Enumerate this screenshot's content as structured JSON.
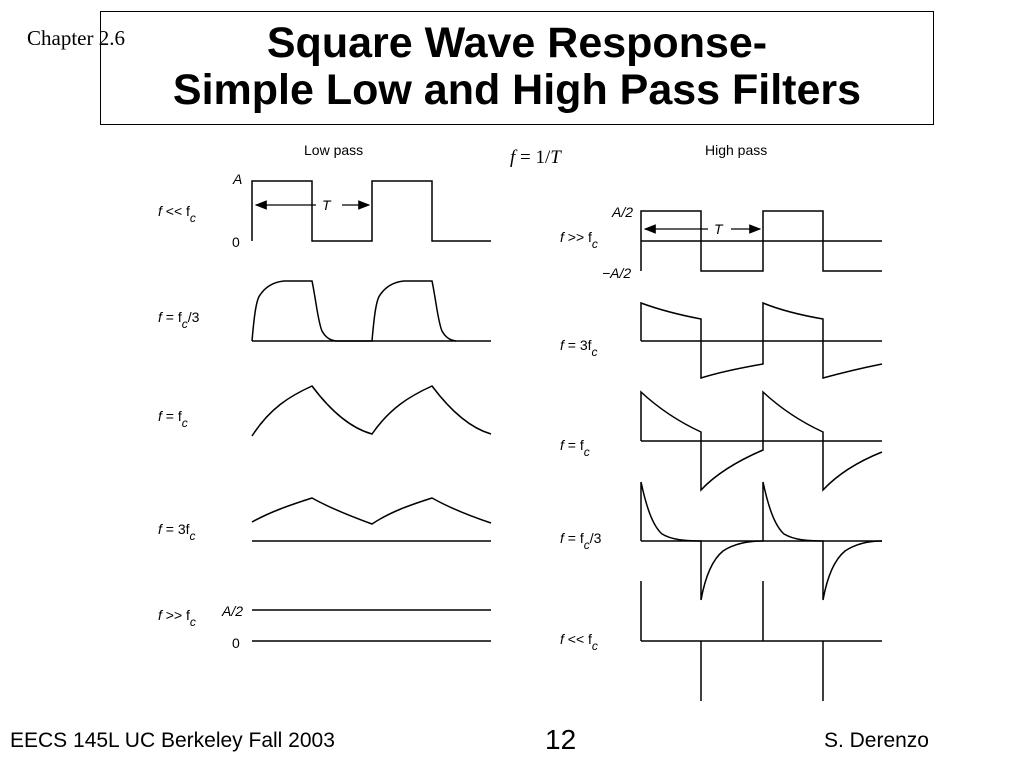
{
  "chapter": "Chapter 2.6",
  "title": {
    "line1": "Square Wave Response-",
    "line2": "Simple Low and High Pass Filters"
  },
  "diagram": {
    "formula": {
      "f": "f",
      "eq": " = 1/",
      "T": "T"
    },
    "low_pass": {
      "heading": "Low pass",
      "amplitude_label": "A",
      "zero_label": "0",
      "period_label": "T",
      "half_amplitude_label": "A/2",
      "rows": [
        {
          "f": "f",
          "rel": " << f",
          "sub": "c",
          "tail": ""
        },
        {
          "f": "f",
          "rel": " = f",
          "sub": "c",
          "tail": "/3"
        },
        {
          "f": "f",
          "rel": " = f",
          "sub": "c",
          "tail": ""
        },
        {
          "f": "f",
          "rel": " = 3f",
          "sub": "c",
          "tail": ""
        },
        {
          "f": "f",
          "rel": " >> f",
          "sub": "c",
          "tail": ""
        }
      ]
    },
    "high_pass": {
      "heading": "High pass",
      "pos_label": "A/2",
      "neg_label": "−A/2",
      "period_label": "T",
      "rows": [
        {
          "f": "f",
          "rel": " >> f",
          "sub": "c",
          "tail": ""
        },
        {
          "f": "f",
          "rel": " = 3f",
          "sub": "c",
          "tail": ""
        },
        {
          "f": "f",
          "rel": " = f",
          "sub": "c",
          "tail": ""
        },
        {
          "f": "f",
          "rel": " = f",
          "sub": "c",
          "tail": "/3"
        },
        {
          "f": "f",
          "rel": " << f",
          "sub": "c",
          "tail": ""
        }
      ]
    }
  },
  "footer": {
    "left": "EECS 145L UC Berkeley Fall 2003",
    "page_number": "12",
    "right": "S. Derenzo"
  }
}
